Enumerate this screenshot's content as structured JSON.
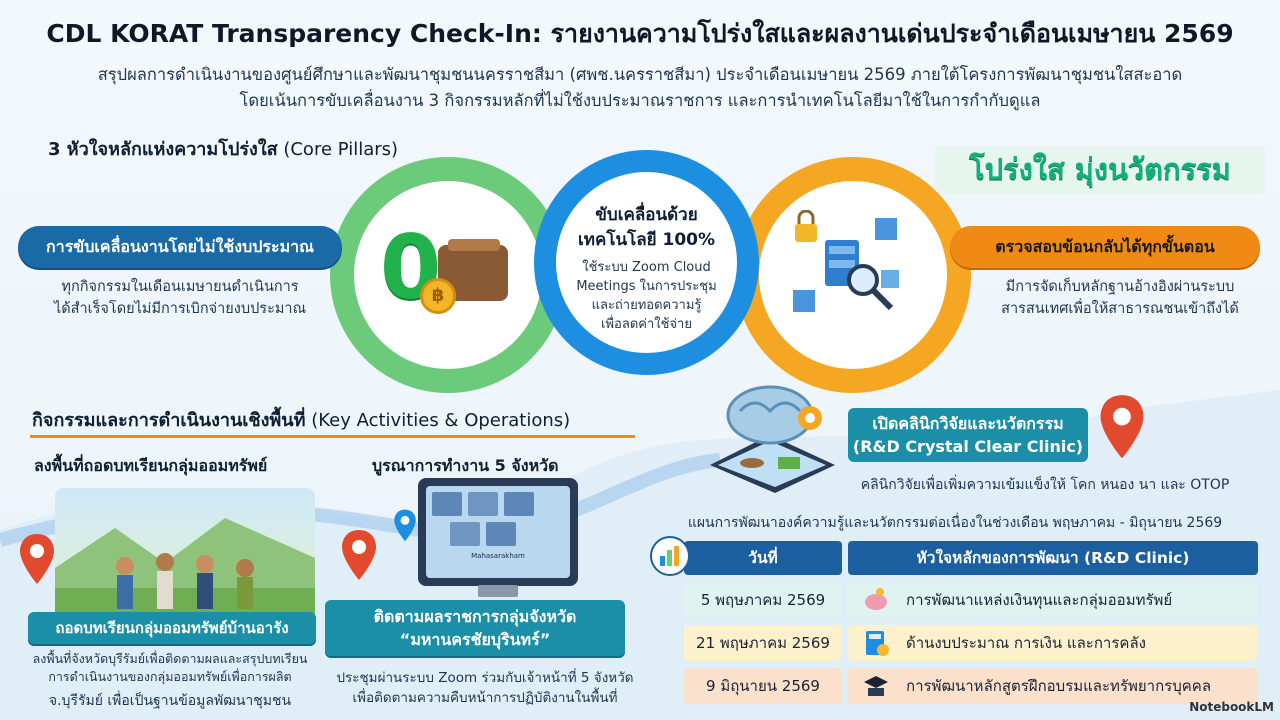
{
  "header": {
    "title": "CDL KORAT Transparency Check-In: รายงานความโปร่งใสและผลงานเด่นประจำเดือนเมษายน 2569",
    "subtitle_line1": "สรุปผลการดำเนินงานของศูนย์ศึกษาและพัฒนาชุมชนนครราชสีมา (ศพช.นครราชสีมา) ประจำเดือนเมษายน 2569 ภายใต้โครงการพัฒนาชุมชนใสสะอาด",
    "subtitle_line2": "โดยเน้นการขับเคลื่อนงาน 3 กิจกรรมหลักที่ไม่ใช้งบประมาณราชการ และการนำเทคโนโลยีมาใช้ในการกำกับดูแล"
  },
  "pillars": {
    "heading_th": "3 หัวใจหลักแห่งความโปร่งใส",
    "heading_en": "(Core Pillars)",
    "badge": "โปร่งใส มุ่งนวัตกรรม",
    "left": {
      "label": "การขับเคลื่อนงานโดยไม่ใช้งบประมาณ",
      "desc_line1": "ทุกกิจกรรมในเดือนเมษายนดำเนินการ",
      "desc_line2": "ได้สำเร็จโดยไม่มีการเบิกจ่ายงบประมาณ",
      "zero": "0",
      "coin": "฿"
    },
    "center": {
      "title_line1": "ขับเคลื่อนด้วย",
      "title_line2": "เทคโนโลยี 100%",
      "desc_line1": "ใช้ระบบ Zoom Cloud",
      "desc_line2": "Meetings ในการประชุม",
      "desc_line3": "และถ่ายทอดความรู้",
      "desc_line4": "เพื่อลดค่าใช้จ่าย"
    },
    "right": {
      "label": "ตรวจสอบข้อนกลับได้ทุกขั้นตอน",
      "desc_line1": "มีการจัดเก็บหลักฐานอ้างอิงผ่านระบบ",
      "desc_line2": "สารสนเทศเพื่อให้สาธารณชนเข้าถึงได้"
    }
  },
  "activities": {
    "heading_th": "กิจกรรมและการดำเนินงานเชิงพื้นที่",
    "heading_en": "(Key Activities & Operations)",
    "act1": {
      "heading": "ลงพื้นที่ถอดบทเรียนกลุ่มออมทรัพย์",
      "box": "ถอดบทเรียนกลุ่มออมทรัพย์บ้านอารัง",
      "desc_line1": "ลงพื้นที่จังหวัดบุรีรัมย์เพื่อติดตามผลและสรุปบทเรียน",
      "desc_line2": "การดำเนินงานของกลุ่มออมทรัพย์เพื่อการผลิต",
      "desc_line3": "จ.บุรีรัมย์ เพื่อเป็นฐานข้อมูลพัฒนาชุมชน"
    },
    "act2": {
      "heading": "บูรณาการทำงาน 5 จังหวัด",
      "screen_label": "Mahasarakham",
      "box_line1": "ติดตามผลราชการกลุ่มจังหวัด",
      "box_line2": "“มหานครชัยบุรินทร์”",
      "desc_line1": "ประชุมผ่านระบบ Zoom ร่วมกับเจ้าหน้าที่ 5 จังหวัด",
      "desc_line2": "เพื่อติดตามความคืบหน้าการปฏิบัติงานในพื้นที่"
    }
  },
  "clinic": {
    "box_line1": "เปิดคลินิกวิจัยและนวัตกรรม",
    "box_line2": "(R&D Crystal Clear Clinic)",
    "desc": "คลินิกวิจัยเพื่อเพิ่มความเข้มแข็งให้ โคก หนอง นา และ OTOP",
    "plan_title": "แผนการพัฒนาองค์ความรู้และนวัตกรรมต่อเนื่องในช่วงเดือน พฤษภาคม - มิถุนายน 2569",
    "table": {
      "col_date": "วันที่",
      "col_topic": "หัวใจหลักของการพัฒนา (R&D Clinic)",
      "rows": [
        {
          "date": "5 พฤษภาคม 2569",
          "topic": "การพัฒนาแหล่งเงินทุนและกลุ่มออมทรัพย์",
          "icon": "piggy-bank-icon",
          "color": "#dff3f1"
        },
        {
          "date": "21 พฤษภาคม 2569",
          "topic": "ด้านงบประมาณ การเงิน และการคลัง",
          "icon": "calculator-icon",
          "color": "#fdf0cc"
        },
        {
          "date": "9 มิถุนายน 2569",
          "topic": "การพัฒนาหลักสูตรฝึกอบรมและทรัพยากรบุคคล",
          "icon": "graduation-cap-icon",
          "color": "#fbe0cc"
        }
      ]
    }
  },
  "watermark": "NotebookLM"
}
